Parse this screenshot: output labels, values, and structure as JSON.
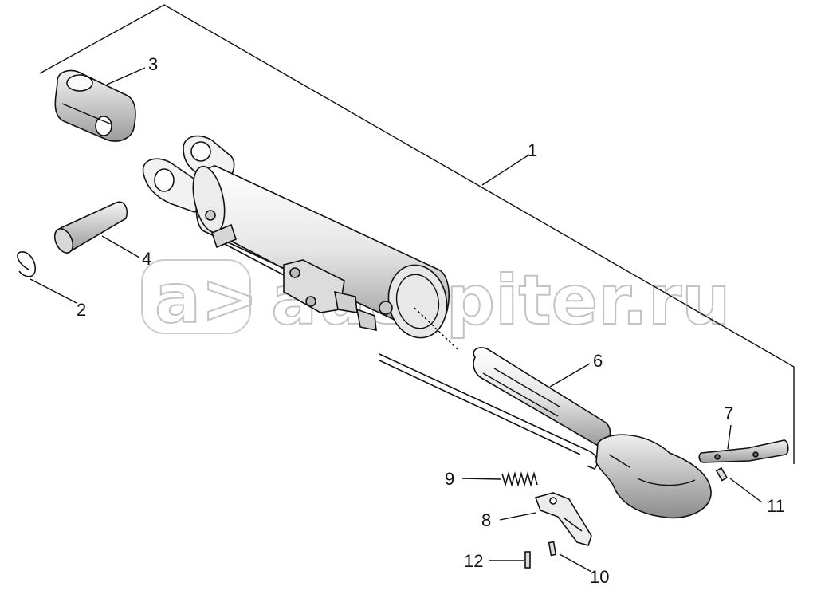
{
  "watermark": {
    "logo": "a>",
    "text": "autopiter.ru"
  },
  "callouts": [
    {
      "id": "1",
      "label": "1"
    },
    {
      "id": "2",
      "label": "2"
    },
    {
      "id": "3",
      "label": "3"
    },
    {
      "id": "4",
      "label": "4"
    },
    {
      "id": "6",
      "label": "6"
    },
    {
      "id": "7",
      "label": "7"
    },
    {
      "id": "8",
      "label": "8"
    },
    {
      "id": "9",
      "label": "9"
    },
    {
      "id": "10",
      "label": "10"
    },
    {
      "id": "11",
      "label": "11"
    },
    {
      "id": "12",
      "label": "12"
    }
  ]
}
